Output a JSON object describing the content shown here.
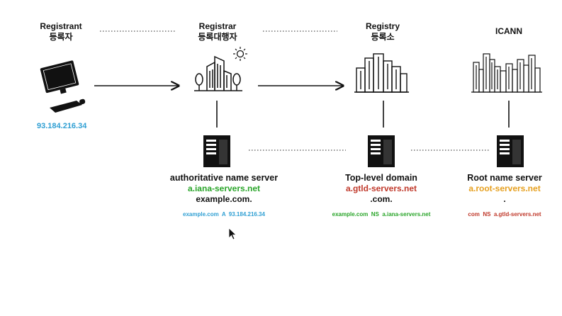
{
  "colors": {
    "ip_blue": "#2f9fd3",
    "green": "#2aa52a",
    "red": "#c0392b",
    "orange": "#e6a020",
    "ink": "#111111"
  },
  "registrant": {
    "title": "Registrant",
    "subtitle": "등록자",
    "ip": "93.184.216.34",
    "icon": "computer-icon"
  },
  "registrar": {
    "title": "Registrar",
    "subtitle": "등록대행자",
    "icon": "office-building-icon"
  },
  "registry": {
    "title": "Registry",
    "subtitle": "등록소",
    "icon": "city-buildings-icon"
  },
  "icann": {
    "title": "ICANN",
    "icon": "skyline-icon"
  },
  "servers": {
    "authoritative": {
      "title": "authoritative name server",
      "host": "a.iana-servers.net",
      "zone": "example.com.",
      "record": "example.com  A  93.184.216.34"
    },
    "tld": {
      "title": "Top-level domain",
      "host": "a.gtld-servers.net",
      "zone": ".com.",
      "record": "example.com  NS  a.iana-servers.net"
    },
    "root": {
      "title": "Root name server",
      "host": "a.root-servers.net",
      "zone": ".",
      "record": "com  NS  a.gtld-servers.net"
    }
  }
}
